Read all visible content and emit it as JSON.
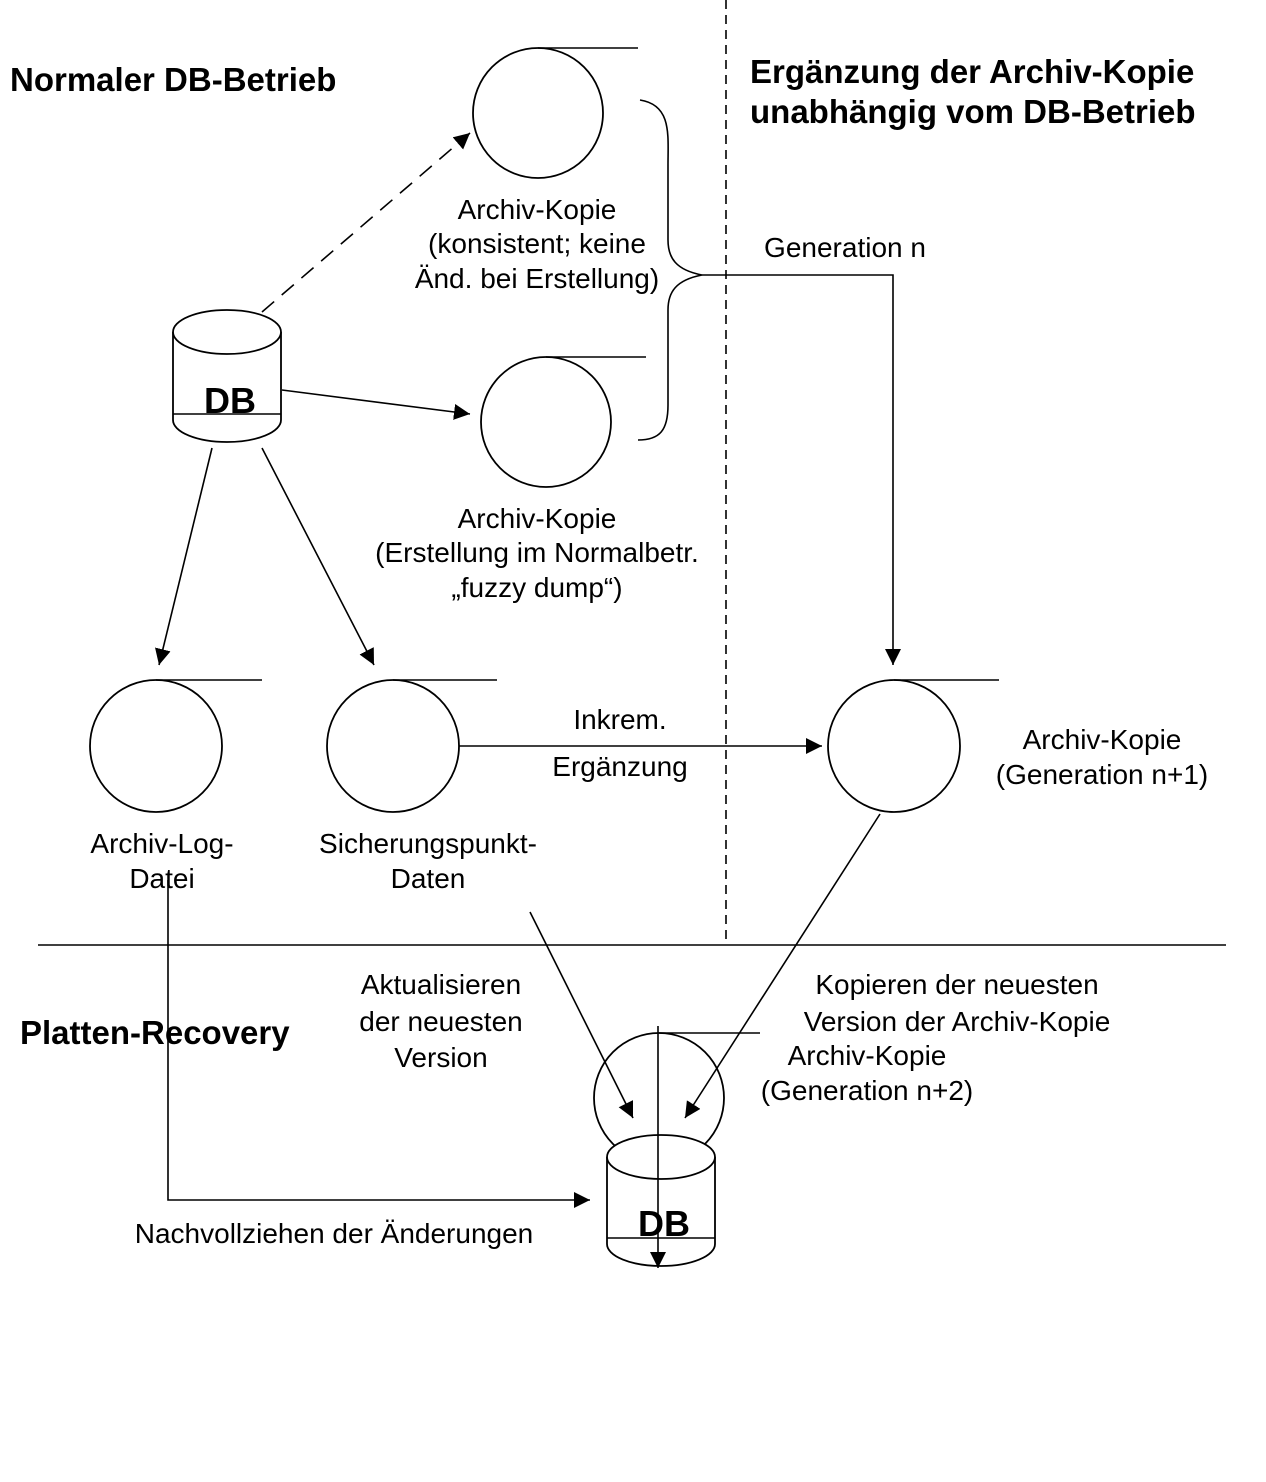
{
  "headers": {
    "normal": "Normaler DB-Betrieb",
    "archive_line1": "Ergänzung der Archiv-Kopie",
    "archive_line2": "unabhängig vom DB-Betrieb",
    "recovery": "Platten-Recovery"
  },
  "nodes": {
    "db_top": "DB",
    "db_bottom": "DB",
    "copy_consistent": [
      "Archiv-Kopie",
      "(konsistent; keine",
      "Änd. bei Erstellung)"
    ],
    "copy_fuzzy": [
      "Archiv-Kopie",
      "(Erstellung im Normalbetr.",
      "„fuzzy dump“)"
    ],
    "log_file": [
      "Archiv-Log-",
      "Datei"
    ],
    "checkpoint": [
      "Sicherungspunkt-",
      "Daten"
    ],
    "copy_n1": [
      "Archiv-Kopie",
      "(Generation n+1)"
    ],
    "copy_n2": [
      "Archiv-Kopie",
      "(Generation n+2)"
    ]
  },
  "edges": {
    "generation": "Generation n",
    "incremental": [
      "Inkrem.",
      "Ergänzung"
    ],
    "update_latest": [
      "Aktualisieren",
      "der neuesten",
      "Version"
    ],
    "copy_latest": [
      "Kopieren der neuesten",
      "Version der Archiv-Kopie"
    ],
    "replay": "Nachvollziehen der Änderungen"
  }
}
